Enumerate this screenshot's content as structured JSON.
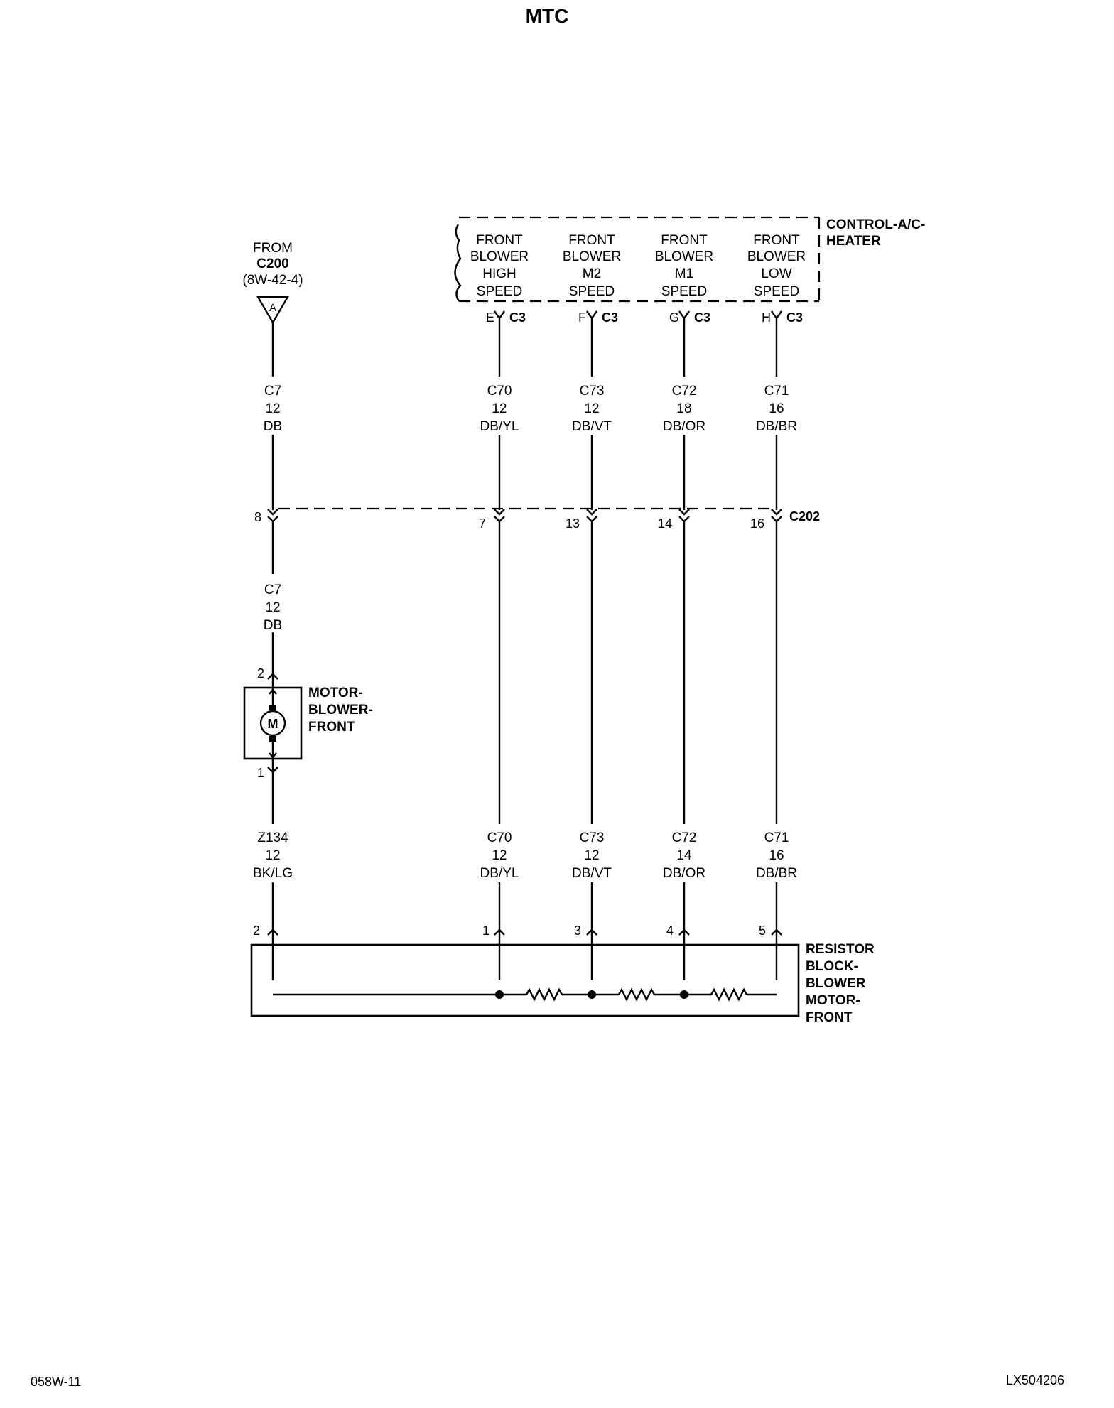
{
  "title": "MTC",
  "footer": {
    "left": "058W-11",
    "right": "LX504206"
  },
  "from_ref": {
    "line1": "FROM",
    "line2": "C200",
    "line3": "(8W-42-4)",
    "symbol": "A"
  },
  "control": {
    "name_line1": "CONTROL-A/C-",
    "name_line2": "HEATER",
    "connector": "C3"
  },
  "functions": [
    {
      "lines": [
        "FRONT",
        "BLOWER",
        "HIGH",
        "SPEED"
      ],
      "pin": "E"
    },
    {
      "lines": [
        "FRONT",
        "BLOWER",
        "M2",
        "SPEED"
      ],
      "pin": "F"
    },
    {
      "lines": [
        "FRONT",
        "BLOWER",
        "M1",
        "SPEED"
      ],
      "pin": "G"
    },
    {
      "lines": [
        "FRONT",
        "BLOWER",
        "LOW",
        "SPEED"
      ],
      "pin": "H"
    }
  ],
  "upper_wires": [
    {
      "circuit": "C7",
      "gauge": "12",
      "color": "DB"
    },
    {
      "circuit": "C70",
      "gauge": "12",
      "color": "DB/YL"
    },
    {
      "circuit": "C73",
      "gauge": "12",
      "color": "DB/VT"
    },
    {
      "circuit": "C72",
      "gauge": "18",
      "color": "DB/OR"
    },
    {
      "circuit": "C71",
      "gauge": "16",
      "color": "DB/BR"
    }
  ],
  "c202": {
    "name": "C202",
    "pins": [
      "8",
      "7",
      "13",
      "14",
      "16"
    ]
  },
  "mid_wire": {
    "circuit": "C7",
    "gauge": "12",
    "color": "DB"
  },
  "motor": {
    "pin_top": "2",
    "pin_bottom": "1",
    "symbol": "M",
    "name_lines": [
      "MOTOR-",
      "BLOWER-",
      "FRONT"
    ]
  },
  "lower_wires": [
    {
      "circuit": "Z134",
      "gauge": "12",
      "color": "BK/LG"
    },
    {
      "circuit": "C70",
      "gauge": "12",
      "color": "DB/YL"
    },
    {
      "circuit": "C73",
      "gauge": "12",
      "color": "DB/VT"
    },
    {
      "circuit": "C72",
      "gauge": "14",
      "color": "DB/OR"
    },
    {
      "circuit": "C71",
      "gauge": "16",
      "color": "DB/BR"
    }
  ],
  "resistor_block": {
    "pins": [
      "2",
      "1",
      "3",
      "4",
      "5"
    ],
    "name_lines": [
      "RESISTOR",
      "BLOCK-",
      "BLOWER",
      "MOTOR-",
      "FRONT"
    ]
  }
}
